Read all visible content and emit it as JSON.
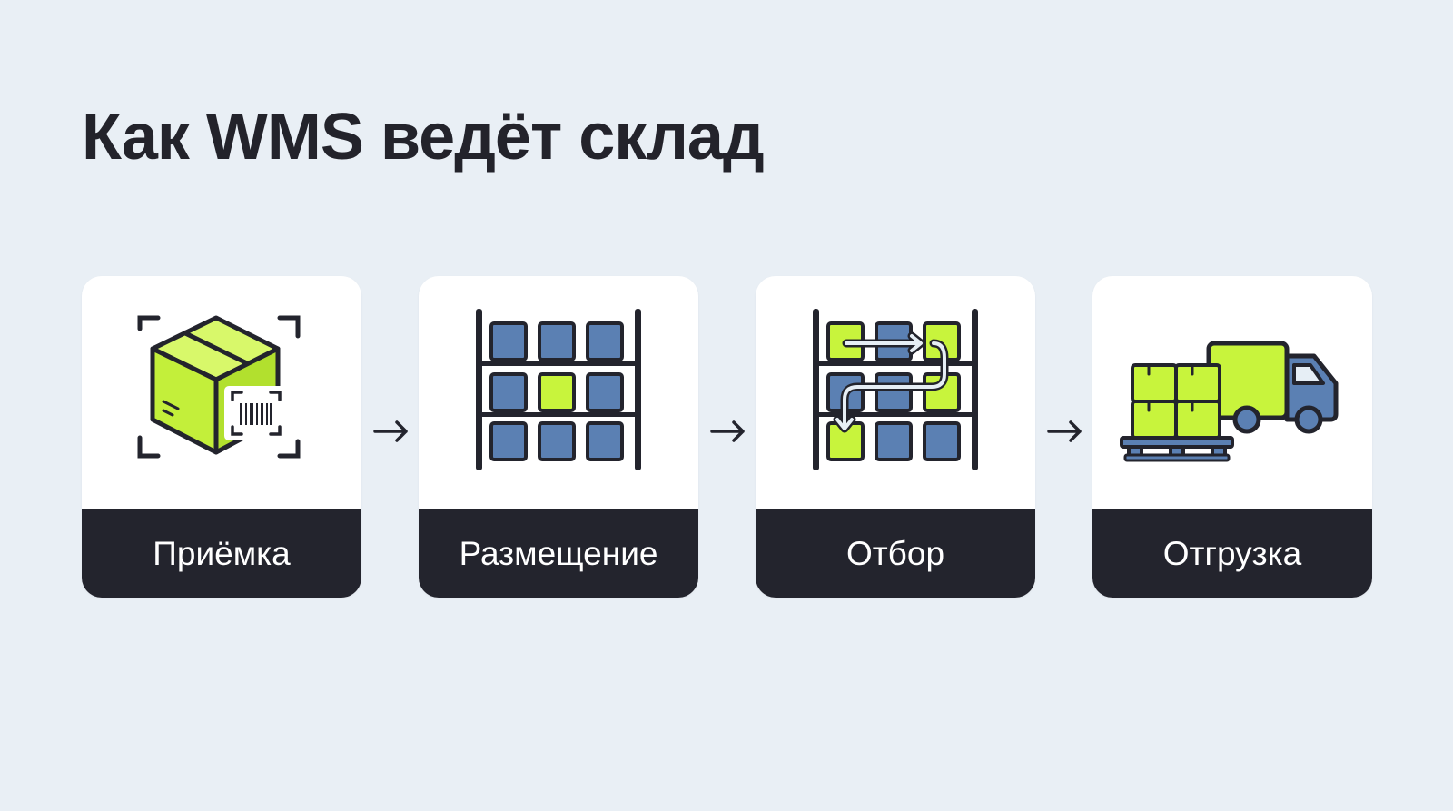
{
  "title": "Как WMS ведёт склад",
  "colors": {
    "background": "#e9eff5",
    "card": "#ffffff",
    "label_bar": "#23242d",
    "accent_lime": "#c8f43c",
    "shelf_blue": "#5b80b3",
    "outline": "#23242d",
    "route_light": "#e6eef5"
  },
  "steps": [
    {
      "label": "Приёмка",
      "icon": "box-barcode-scan-icon"
    },
    {
      "label": "Размещение",
      "icon": "warehouse-rack-icon"
    },
    {
      "label": "Отбор",
      "icon": "picking-route-rack-icon"
    },
    {
      "label": "Отгрузка",
      "icon": "pallet-truck-icon"
    }
  ],
  "connector_icon": "arrow-right-icon"
}
